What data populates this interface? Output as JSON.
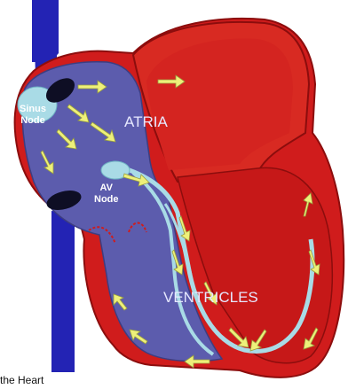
{
  "labels": {
    "sinus_node_line1": "Sinus",
    "sinus_node_line2": "Node",
    "atria": "ATRIA",
    "av_node_line1": "AV",
    "av_node_line2": "Node",
    "ventricles": "VENTRICLES"
  },
  "caption": "the Heart",
  "colors": {
    "vessel_blue": "#2323b4",
    "heart_red": "#d01c1c",
    "heart_dark_red": "#a31010",
    "chamber_blue": "#5c5cad",
    "conduction_light_blue": "#a9dbe6",
    "arrow_yellow": "#eef07a"
  }
}
